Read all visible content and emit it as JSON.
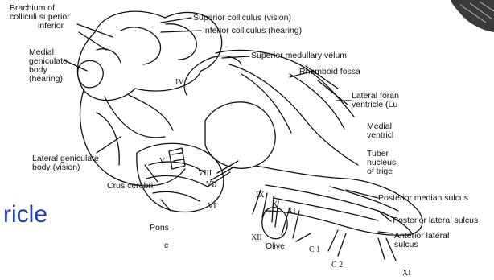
{
  "labels": {
    "brachium": "Brachium of\ncolliculi superior\n            inferior",
    "superior_colliculus": "Superior colliculus (vision)",
    "inferior_colliculus": "Inferior colliculus (hearing)",
    "medial_geniculate": "Medial\ngeniculate\nbody\n(hearing)",
    "superior_medullary_velum": "Superior medullary velum",
    "rhomboid_fossa": "Rhomboid fossa",
    "lateral_foramen": "Lateral foran\nventricle (Lu",
    "medial": "Medial\nventricl",
    "tuber": "Tuber\nnucleus\nof trige",
    "lateral_geniculate": "Lateral geniculate\nbody (vision)",
    "crus_cerebri": "Crus cerebri",
    "pons": "Pons",
    "posterior_median_sulcus": "Posterior median sulcus",
    "posterior_lateral_sulcus": "Posterior lateral sulcus",
    "anterior_lateral_sulcus": "Anterior lateral\nsulcus",
    "olive": "Olive",
    "figure_letter": "c"
  },
  "roman_numerals": {
    "iv": "IV",
    "v": "V",
    "viii": "VIII",
    "vii": "VII",
    "vi": "VI",
    "ix": "IX",
    "x": "X",
    "xi": "XI",
    "xii": "XII",
    "c1": "C 1",
    "c2": "C 2",
    "xi_bottom": "XI"
  },
  "slide_text": "ricle",
  "colors": {
    "ink": "#111111",
    "slide_text": "#1f3fb0",
    "background": "#ffffff"
  }
}
